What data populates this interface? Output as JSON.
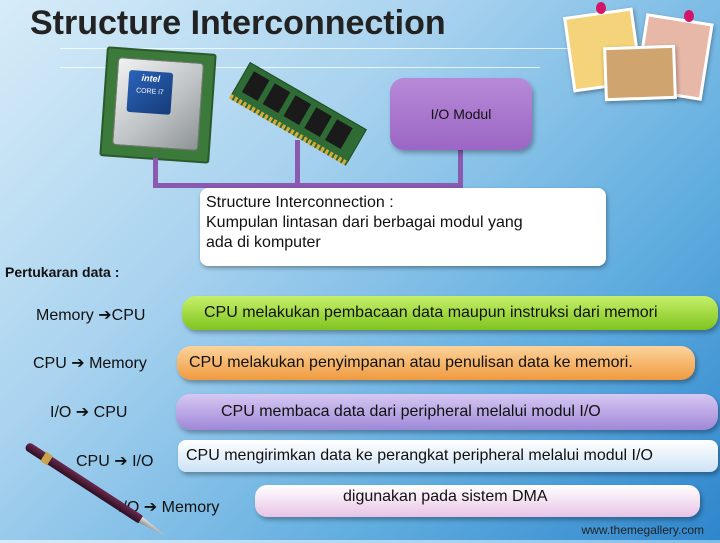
{
  "slide": {
    "title": "Structure Interconnection",
    "cpu_chip": {
      "brand": "intel",
      "model": "CORE i7"
    },
    "io_module_label": "I/O Modul",
    "definition": {
      "line1": "Structure Interconnection :",
      "line2": "Kumpulan lintasan dari berbagai modul yang",
      "line3": "ada di komputer"
    },
    "exchange_title": "Pertukaran data :",
    "rows": [
      {
        "left": "Memory ➔CPU",
        "right": "CPU melakukan pembacaan data maupun instruksi dari memori"
      },
      {
        "left": "CPU ➔ Memory",
        "right": "CPU melakukan penyimpanan atau penulisan data ke memori."
      },
      {
        "left": "I/O ➔ CPU",
        "right": "CPU membaca data dari peripheral melalui modul I/O"
      },
      {
        "left": "CPU ➔ I/O",
        "right": "CPU mengirimkan data ke perangkat peripheral melalui modul I/O"
      },
      {
        "left": "I/O ➔ Memory",
        "right": "digunakan pada sistem DMA"
      }
    ],
    "footer": "www.themegallery.com"
  },
  "colors": {
    "connector": "#8a59b0",
    "io_module": "#a874cc",
    "row1": "#9ad53a",
    "row2": "#f3aa56",
    "row3": "#b3a1e2",
    "row4": "#e5f0fb",
    "row5": "#f0d6ee"
  }
}
